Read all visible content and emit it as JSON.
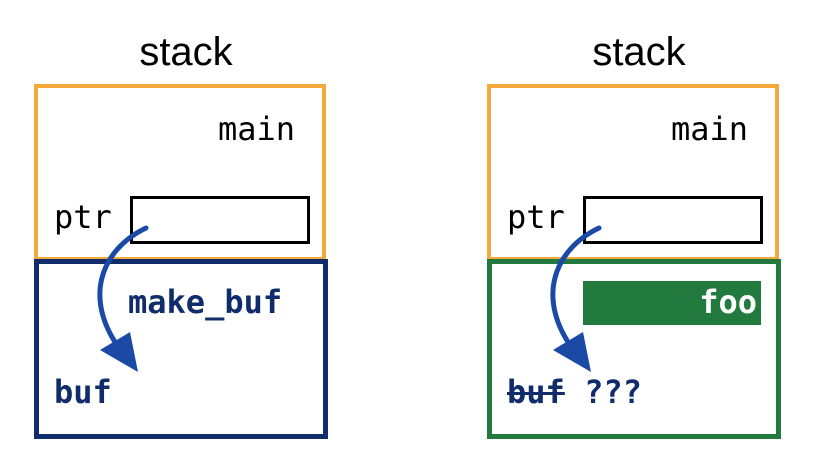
{
  "left_panel": {
    "title": "stack",
    "main_label": "main",
    "ptr_label": "ptr",
    "callee_label": "make_buf",
    "buf_label": "buf"
  },
  "right_panel": {
    "title": "stack",
    "main_label": "main",
    "ptr_label": "ptr",
    "foo_label": "foo",
    "buf_label": "buf",
    "unknown_label": "???"
  },
  "colors": {
    "main_frame": "#f5a93a",
    "make_buf_frame": "#102c6b",
    "foo_frame": "#227a3e",
    "arrow": "#1a4aa6"
  }
}
